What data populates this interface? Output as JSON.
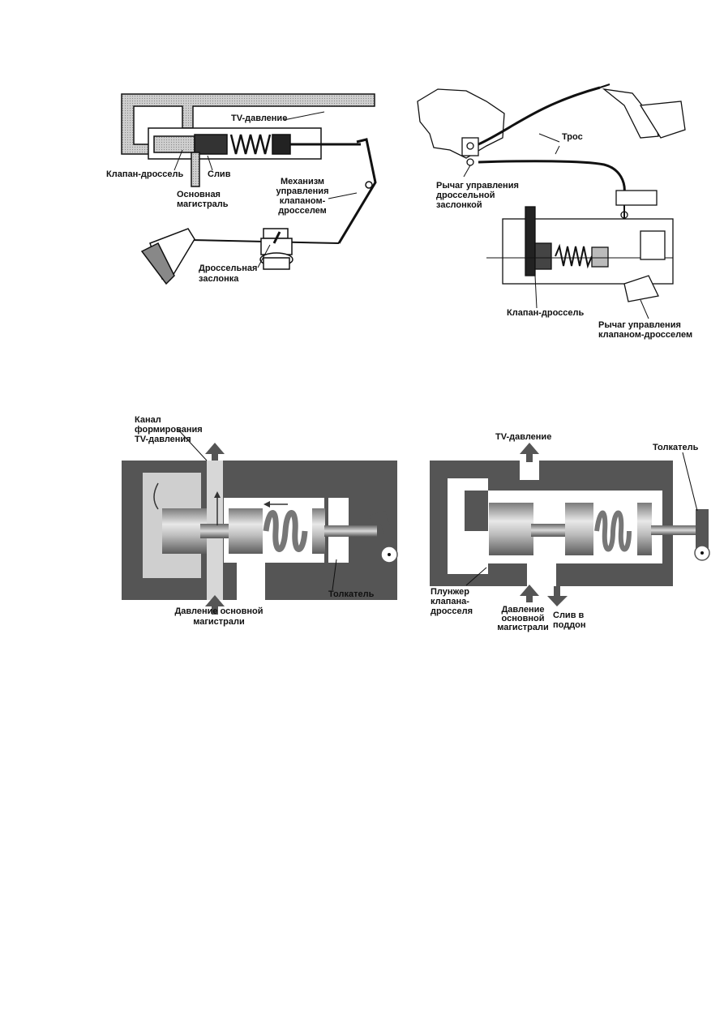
{
  "figure_top_left": {
    "labels": {
      "tv_pressure": "TV-давление",
      "throttle_valve": "Клапан-дроссель",
      "drain": "Слив",
      "main_line_1": "Основная",
      "main_line_2": "магистраль",
      "linkage_1": "Механизм",
      "linkage_2": "управления",
      "linkage_3": "клапаном-",
      "linkage_4": "дросселем",
      "throttle_plate_1": "Дроссельная",
      "throttle_plate_2": "заслонка"
    }
  },
  "figure_top_right": {
    "labels": {
      "cable": "Трос",
      "throttle_lever_1": "Рычаг управления",
      "throttle_lever_2": "дроссельной",
      "throttle_lever_3": "заслонкой",
      "throttle_valve": "Клапан-дроссель",
      "tv_lever_1": "Рычаг управления",
      "tv_lever_2": "клапаном-дросселем"
    }
  },
  "figure_bottom_left": {
    "labels": {
      "channel_1": "Канал",
      "channel_2": "формирования",
      "channel_3": "TV-давления",
      "pushrod": "Толкатель",
      "main_pressure_1": "Давление основной",
      "main_pressure_2": "магистрали"
    }
  },
  "figure_bottom_right": {
    "labels": {
      "tv_pressure": "TV-давление",
      "pushrod": "Толкатель",
      "plunger_1": "Плунжер",
      "plunger_2": "клапана-",
      "plunger_3": "дросселя",
      "main_pressure_1": "Давление",
      "main_pressure_2": "основной",
      "main_pressure_3": "магистрали",
      "drain_1": "Слив в",
      "drain_2": "поддон"
    }
  }
}
